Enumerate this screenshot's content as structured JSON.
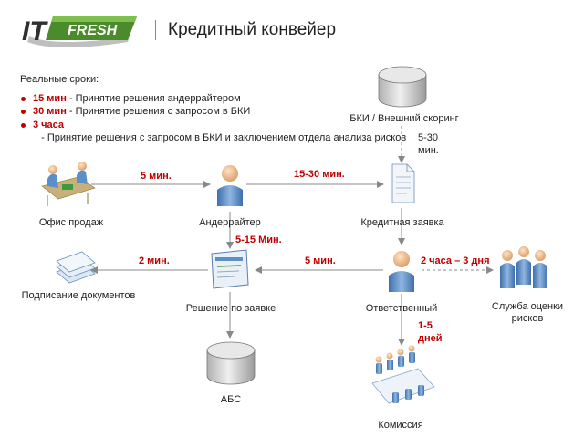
{
  "header": {
    "logo_text_it": "IT",
    "logo_text_fresh": "FRESH",
    "title": "Кредитный конвейер"
  },
  "terms": {
    "title": "Реальные сроки:",
    "items": [
      {
        "time": "15 мин",
        "desc": " - Принятие решения андеррайтером"
      },
      {
        "time": "30 мин",
        "desc": " - Принятие решения с запросом в БКИ"
      },
      {
        "time": "3 часа",
        "desc": "   - Принятие решения с запросом в БКИ и заключением отдела анализа рисков"
      }
    ]
  },
  "nodes": {
    "sales_office": "Офис продаж",
    "underwriter": "Андеррайтер",
    "credit_application": "Кредитная заявка",
    "bki": "БКИ / Внешний скоринг",
    "responsible": "Ответственный",
    "decision": "Решение по заявке",
    "doc_signing": "Подписание документов",
    "risk_service": "Служба оценки\nрисков",
    "abs": "АБС",
    "commission": "Комиссия"
  },
  "edges": {
    "office_to_underwriter": "5 мин.",
    "underwriter_to_application": "15-30 мин.",
    "bki_query": "5-30\nмин.",
    "underwriter_to_decision": "5-15 Мин.",
    "decision_to_signing": "2 мин.",
    "responsible_to_decision": "5 мин.",
    "responsible_to_risk": "2 часа – 3 дня",
    "commission_time": "1-5\nдней"
  },
  "colors": {
    "accent_red": "#c00000",
    "logo_green": "#4c8b2b",
    "arrow_gray": "#888888",
    "person_blue": "#5b8fc9",
    "cylinder_gray": "#c8c8c8"
  }
}
